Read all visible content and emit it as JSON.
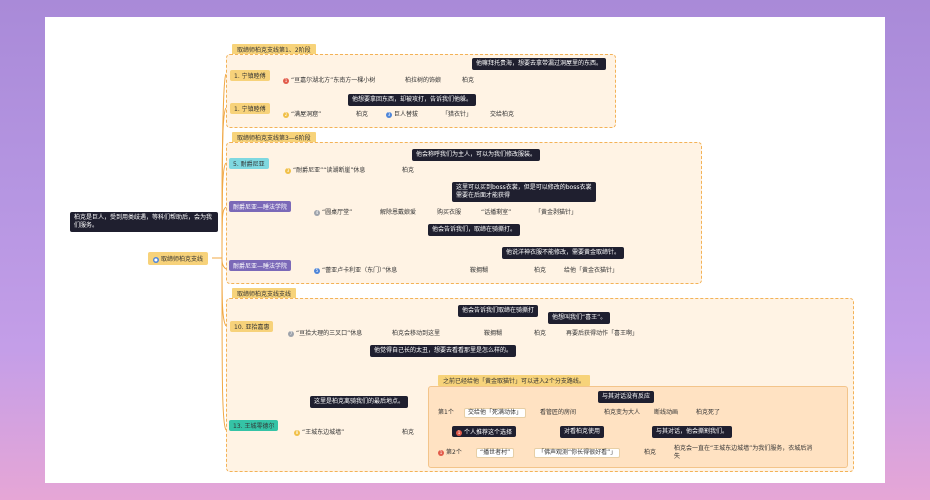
{
  "root": {
    "label": "取缔师柏克支线",
    "note": "柏克是巨人，受到用类歧遇，等科们帮助后，会为我们服务。"
  },
  "sections": {
    "s1": "取缔师柏克支线第1、2阶段",
    "s2": "取缔师柏克支线第3—6阶段",
    "s3": "取缔师柏克支线支线"
  },
  "b1": {
    "tag": "1. 宁镇睦傅",
    "item1": "“亘嘉尔湖北方”东南方一棵小树",
    "item2": "柏拉树的饰娘",
    "item3": "柏克",
    "note": "他嘛拜托贵海，想要去拿带漏过洞屋里的东西。"
  },
  "b2": {
    "tag": "1. 宁镇睦傅",
    "item1": "“满屋洞窟”",
    "item2": "柏克",
    "item3": "巨人替拔",
    "item4": "「猎衣针」",
    "item5": "交给柏克",
    "note": "他想要拿回东西，却被攻打，告诉我们他躲。"
  },
  "b3": {
    "tag": "5. 耐爵尼亚",
    "item1": "“耐爵尼亚”“读湖断崖”休息",
    "item2": "柏克",
    "note": "他会称呼我们为主人，可以为我们修改服装。"
  },
  "b4": {
    "tag": "耐爵尼亚—睡法学院",
    "item1": "“圆桌厅堂”",
    "item2": "解除恩戴娘爱",
    "item3": "购买衣服",
    "item4": "“话播剩室”",
    "item5": "「黄金剥猫针」",
    "note": "这里可以买到boss衣裳，但是可以修改的boss衣裳需要在后面才能获得"
  },
  "b5": {
    "tag": "耐爵尼亚—睡法学院",
    "item1": "“蕾亚卢卡利亚（东门）”休息",
    "item2": "鞍拥糊",
    "item3": "柏克",
    "item4": "给他「黄金衣猫针」",
    "note1": "他会告诉我们，取缔在骑撕打。",
    "note2": "他说洋神衣服不能修改，需要黄金取缔针。"
  },
  "b6": {
    "tag": "10. 亚拾嘉惠",
    "item1": "“亘拾大理的三叉口”休息",
    "item2": "柏克会移动到这里",
    "item3": "鞍拥糊",
    "item4": "柏克",
    "item5": "再要后获得动作「喜王啊」",
    "note1": "他会告诉我们取缔在骑撕打",
    "note2": "他想叫我们“喜王”。"
  },
  "b7": {
    "tag": "13. 王城零德尔",
    "item1": "“王城东边城墙”",
    "item2": "柏克",
    "note1": "他觉得自己长的太丑，想要去看看那里是怎么样的。",
    "note2": "这里是柏克离骑我们的最后地点。",
    "info": "之前已经给他「黄金取猫针」可以进入2个分支路线。",
    "choice1": {
      "label": "第1个",
      "a": "交给他「死满动体」",
      "b": "看管匠的房间",
      "c": "柏克变为大人",
      "d": "断线动画",
      "e": "柏克死了",
      "note": "与其对话没有反应"
    },
    "choice_mid": {
      "note": "个人推荐这个选择",
      "note2": "对看柏克使用"
    },
    "choice2": {
      "label": "第2个",
      "a": "“播世者村”",
      "b": "「佛声观测“你长得很好看”」",
      "c": "柏克",
      "d": "柏克会一直在“王城东边城墙”为我们服务，衣城后消失",
      "note": "与其对话，他会撕割我们。"
    }
  }
}
